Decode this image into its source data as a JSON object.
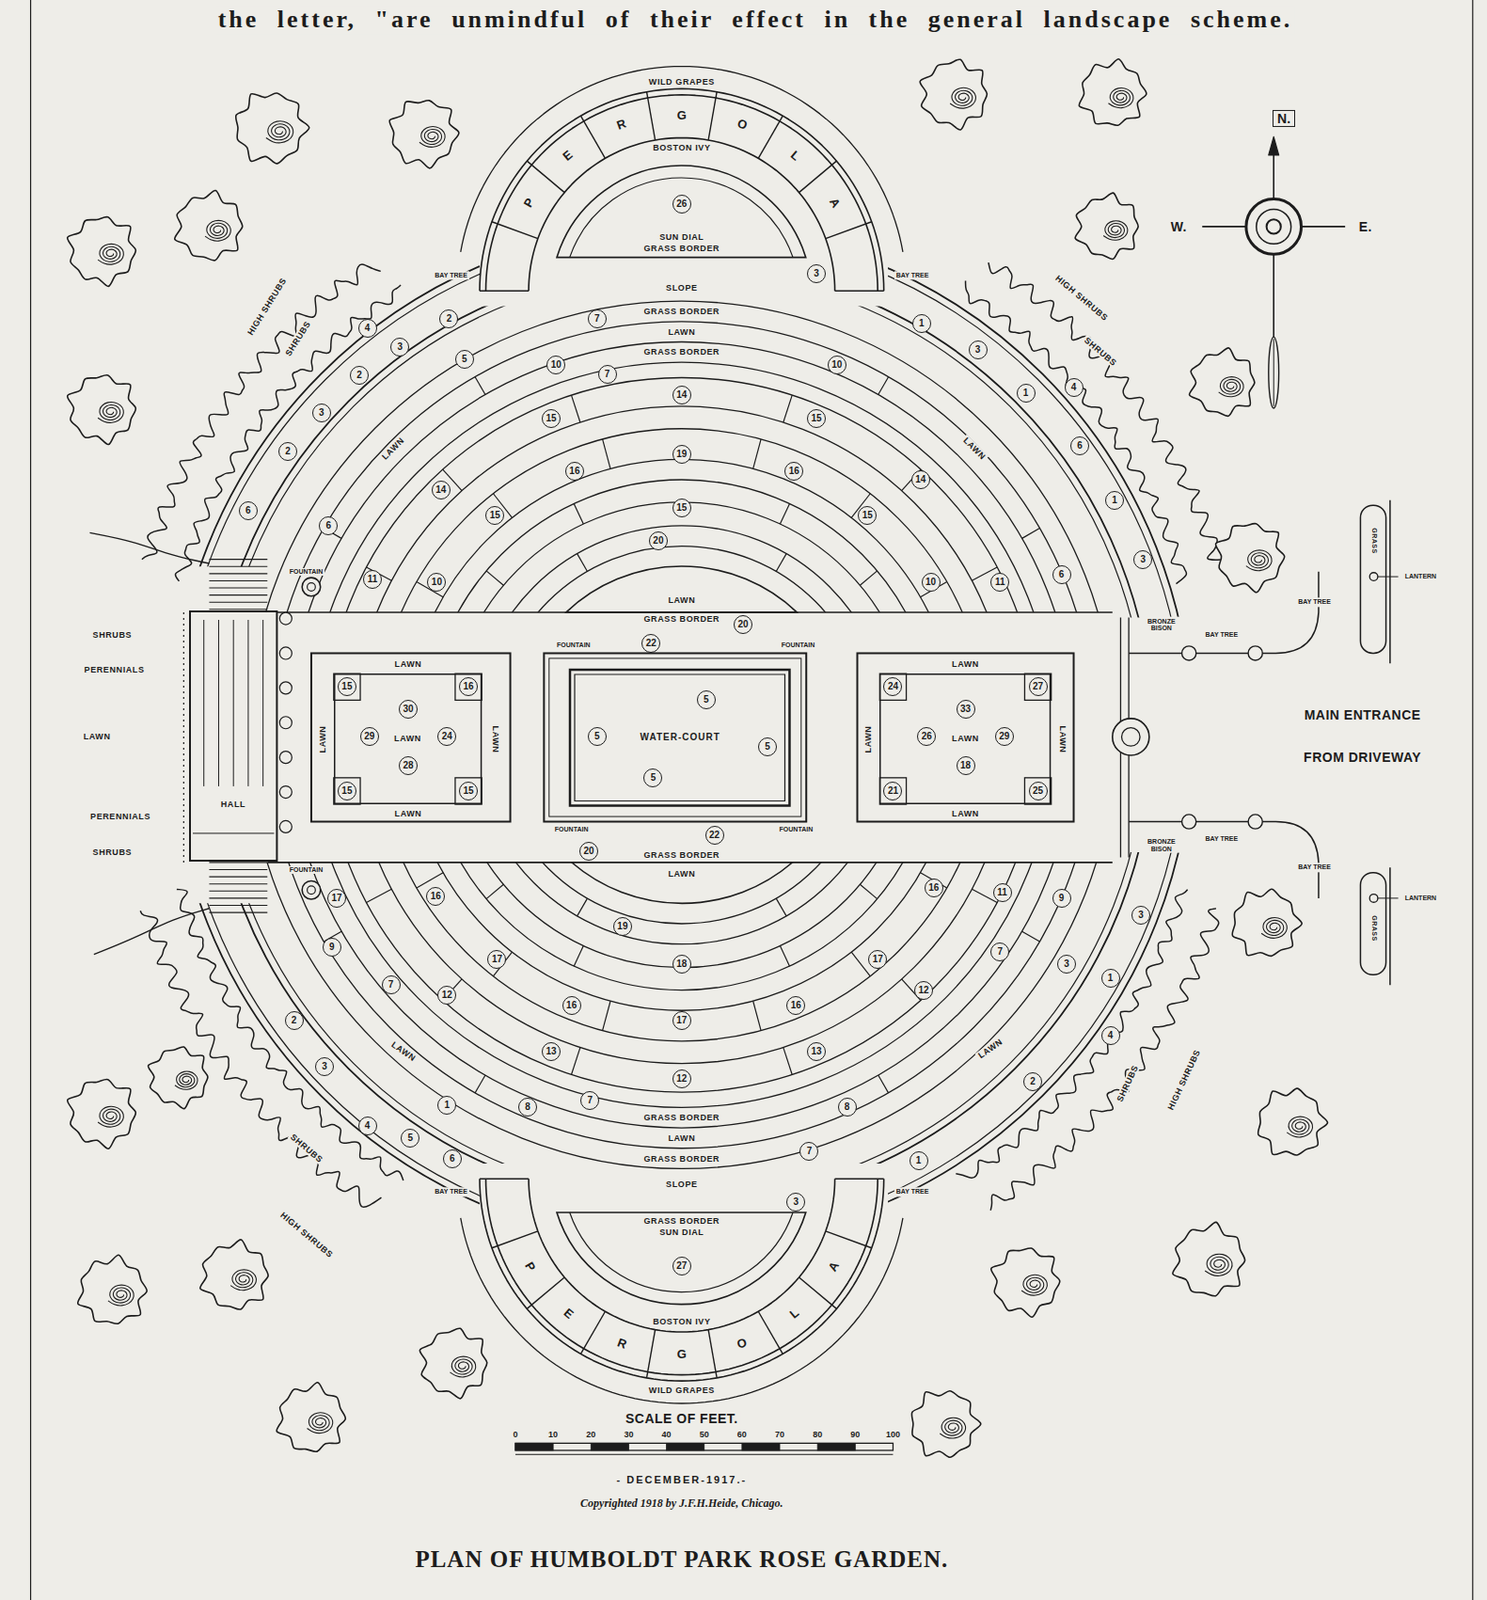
{
  "diagram": {
    "caption": "PLAN OF HUMBOLDT PARK ROSE GARDEN.",
    "nodes": [
      {
        "text": [
          "SUN DIAL",
          "GRASS BORDER"
        ]
      },
      {
        "text": [
          "LAWN"
        ]
      },
      {
        "text": [
          "HALL"
        ]
      },
      {
        "text": [
          "LAWN"
        ]
      },
      {
        "text": [
          "WATER-COURT"
        ]
      },
      {
        "text": [
          "LAWN"
        ]
      },
      {
        "text": [
          "LAWN"
        ]
      },
      {
        "text": [
          "GRASS BORDER",
          "SUN DIAL"
        ]
      }
    ],
    "labels": [
      "the letter, \"are unmindful of their effect in the general landscape scheme.",
      "WILD GRAPES",
      "P",
      "E",
      "R",
      "G",
      "O",
      "L",
      "A",
      "BOSTON IVY",
      "26",
      "BAY TREE",
      "BAY TREE",
      "3",
      "SLOPE",
      "GRASS BORDER",
      "LAWN",
      "GRASS BORDER",
      "2",
      "4",
      "3",
      "5",
      "2",
      "3",
      "2",
      "6",
      "LAWN",
      "14",
      "6",
      "11",
      "10",
      "7",
      "10",
      "7",
      "10",
      "14",
      "15",
      "15",
      "19",
      "16",
      "16",
      "15",
      "15",
      "15",
      "20",
      "1",
      "3",
      "1",
      "4",
      "LAWN",
      "6",
      "14",
      "1",
      "3",
      "6",
      "11",
      "10",
      "GRASS BORDER",
      "20",
      "FOUNTAIN",
      "FOUNTAIN",
      "22",
      "FOUNTAIN",
      "BRONZE BISON",
      "BAY TREE",
      "BAY TREE",
      "GRASS",
      "LANTERN",
      "SHRUBS",
      "PERENNIALS",
      "LAWN",
      "PERENNIALS",
      "SHRUBS",
      "LAWN",
      "15",
      "16",
      "30",
      "LAWN",
      "29",
      "24",
      "LAWN",
      "28",
      "15",
      "15",
      "LAWN",
      "5",
      "5",
      "5",
      "5",
      "LAWN",
      "24",
      "27",
      "33",
      "LAWN",
      "26",
      "29",
      "LAWN",
      "18",
      "21",
      "25",
      "LAWN",
      "MAIN ENTRANCE",
      "FROM DRIVEWAY",
      "FOUNTAIN",
      "22",
      "FOUNTAIN",
      "20",
      "GRASS BORDER",
      "FOUNTAIN",
      "BRONZE BISON",
      "BAY TREE",
      "BAY TREE",
      "GRASS",
      "LANTERN",
      "17",
      "16",
      "19",
      "16",
      "11",
      "9",
      "9",
      "17",
      "18",
      "17",
      "7",
      "7",
      "12",
      "16",
      "17",
      "16",
      "12",
      "3",
      "3",
      "1",
      "2",
      "LAWN",
      "13",
      "12",
      "13",
      "LAWN",
      "4",
      "3",
      "2",
      "1",
      "8",
      "7",
      "GRASS BORDER",
      "8",
      "4",
      "5",
      "LAWN",
      "7",
      "6",
      "GRASS BORDER",
      "1",
      "SLOPE",
      "BAY TREE",
      "BAY TREE",
      "3",
      "27",
      "BOSTON IVY",
      "P",
      "E",
      "R",
      "G",
      "O",
      "L",
      "A",
      "WILD GRAPES",
      "HIGH SHRUBS",
      "SHRUBS",
      "HIGH SHRUBS",
      "SHRUBS",
      "SHRUBS",
      "HIGH SHRUBS",
      "SHRUBS",
      "HIGH SHRUBS",
      "N.",
      "W.",
      "E.",
      "SCALE OF FEET.",
      "0",
      "10",
      "20",
      "30",
      "40",
      "50",
      "60",
      "70",
      "80",
      "90",
      "100",
      "- DECEMBER-1917.-",
      "Copyrighted 1918 by J.F.H.Heide, Chicago."
    ]
  }
}
